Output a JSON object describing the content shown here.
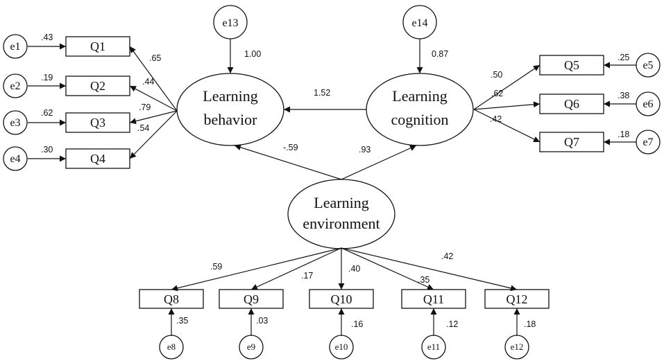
{
  "latent": {
    "behavior": [
      "Learning",
      "behavior"
    ],
    "cognition": [
      "Learning",
      "cognition"
    ],
    "environment": [
      "Learning",
      "environment"
    ]
  },
  "indicators": {
    "q1": "Q1",
    "q2": "Q2",
    "q3": "Q3",
    "q4": "Q4",
    "q5": "Q5",
    "q6": "Q6",
    "q7": "Q7",
    "q8": "Q8",
    "q9": "Q9",
    "q10": "Q10",
    "q11": "Q11",
    "q12": "Q12"
  },
  "errors": {
    "e1": "e1",
    "e2": "e2",
    "e3": "e3",
    "e4": "e4",
    "e5": "e5",
    "e6": "e6",
    "e7": "e7",
    "e8": "e8",
    "e9": "e9",
    "e10": "e10",
    "e11": "e11",
    "e12": "e12",
    "e13": "e13",
    "e14": "e14"
  },
  "coefficients": {
    "e1_q1": ".43",
    "e2_q2": ".19",
    "e3_q3": ".62",
    "e4_q4": ".30",
    "beh_q1": ".65",
    "beh_q2": ".44",
    "beh_q3": ".79",
    "beh_q4": ".54",
    "e13_beh": "1.00",
    "e14_cog": "0.87",
    "cog_beh": "1.52",
    "cog_q5": ".50",
    "cog_q6": ".62",
    "cog_q7": ".42",
    "e5_q5": ".25",
    "e6_q6": ".38",
    "e7_q7": ".18",
    "env_beh": "-.59",
    "env_cog": ".93",
    "env_q8": ".59",
    "env_q9": ".17",
    "env_q10": ".40",
    "env_q11": ".35",
    "env_q12": ".42",
    "e8_q8": ".35",
    "e9_q9": ".03",
    "e10_q10": ".16",
    "e11_q11": ".12",
    "e12_q12": ".18"
  }
}
